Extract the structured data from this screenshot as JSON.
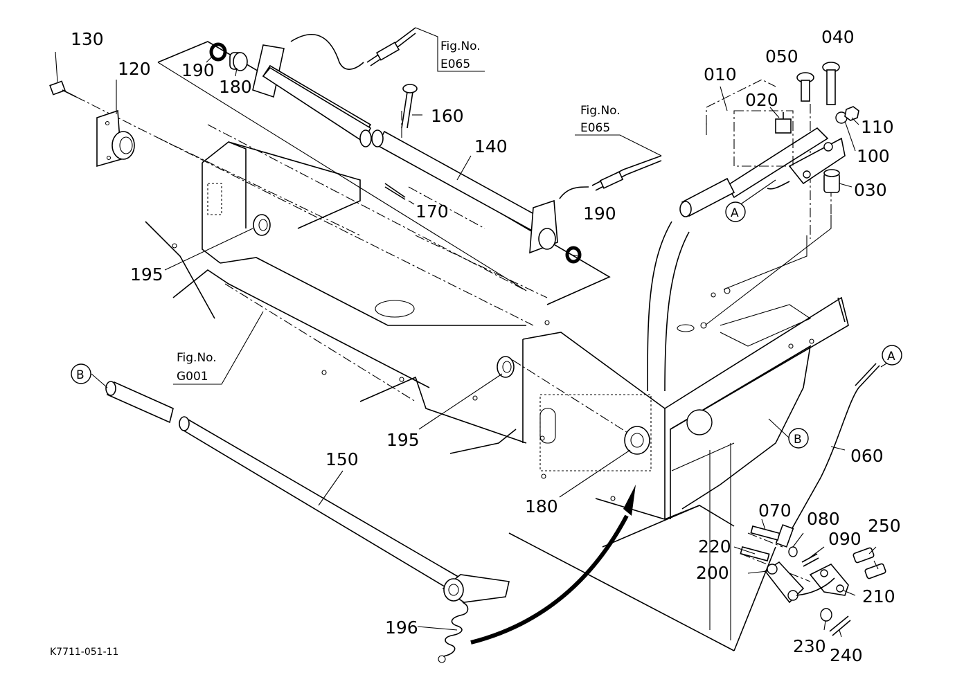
{
  "diagram_code": "K7711-051-11",
  "callouts": {
    "c010": "010",
    "c020": "020",
    "c030": "030",
    "c040": "040",
    "c050": "050",
    "c060": "060",
    "c070": "070",
    "c080": "080",
    "c090": "090",
    "c100": "100",
    "c110": "110",
    "c120": "120",
    "c130": "130",
    "c140": "140",
    "c150": "150",
    "c160": "160",
    "c170": "170",
    "c180a": "180",
    "c180b": "180",
    "c190a": "190",
    "c190b": "190",
    "c195a": "195",
    "c195b": "195",
    "c196": "196",
    "c200": "200",
    "c210": "210",
    "c220": "220",
    "c230": "230",
    "c240": "240",
    "c250": "250"
  },
  "references": {
    "fig1_line1": "Fig.No.",
    "fig1_line2": "E065",
    "fig2_line1": "Fig.No.",
    "fig2_line2": "E065",
    "fig3_line1": "Fig.No.",
    "fig3_line2": "G001"
  },
  "markers": {
    "a1": "A",
    "a2": "A",
    "b1": "B",
    "b2": "B"
  }
}
